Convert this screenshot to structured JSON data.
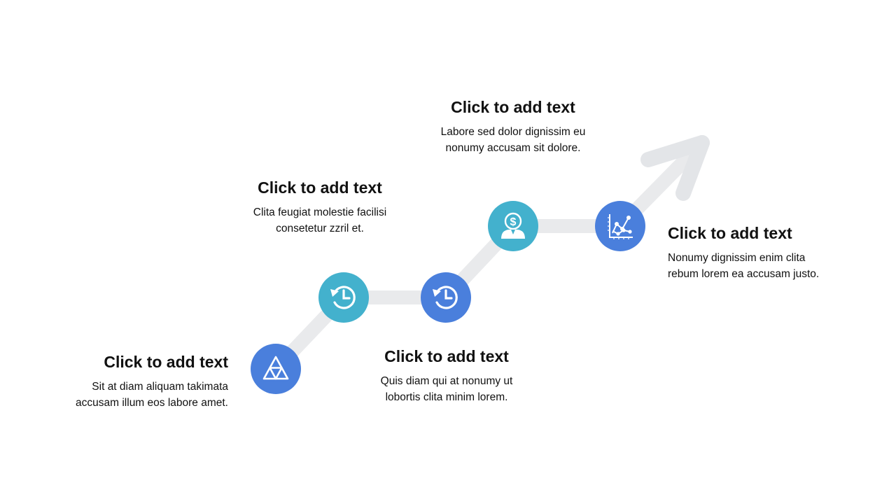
{
  "colors": {
    "track": "#e9eaec",
    "arrow": "#e3e5e8",
    "blue": "#4a7fdc",
    "teal": "#43b1cd",
    "icon": "#ffffff",
    "text": "#111111"
  },
  "steps": [
    {
      "title": "Click to add text",
      "line1": "Sit at diam aliquam takimata",
      "line2": "accusam illum eos labore amet.",
      "icon": "triangle-icon",
      "color": "blue"
    },
    {
      "title": "Click to add text",
      "line1": "Clita feugiat molestie facilisi",
      "line2": "consetetur zzril et.",
      "icon": "history-icon",
      "color": "teal"
    },
    {
      "title": "Click to add text",
      "line1": "Quis diam qui at nonumy ut",
      "line2": "lobortis clita minim lorem.",
      "icon": "history-icon",
      "color": "blue"
    },
    {
      "title": "Click to add text",
      "line1": "Labore sed dolor dignissim eu",
      "line2": "nonumy accusam sit dolore.",
      "icon": "dollar-person-icon",
      "color": "teal"
    },
    {
      "title": "Click to add text",
      "line1": "Nonumy dignissim enim clita",
      "line2": "rebum lorem ea accusam justo.",
      "icon": "line-chart-icon",
      "color": "blue"
    }
  ]
}
